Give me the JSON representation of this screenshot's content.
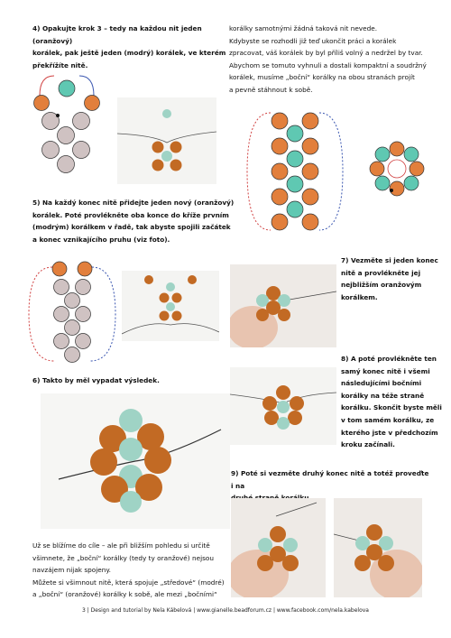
{
  "colors": {
    "orange": "#e27f3c",
    "teal": "#5fc8b2",
    "gray": "#cfc2c2",
    "thread_red": "#d04040",
    "thread_blue": "#3a56b0",
    "outline": "#333333",
    "bead_dark": "#b35f1c",
    "bead_light": "#e69a4a",
    "bead_teal": "#9fd3c5"
  },
  "step4": {
    "lines": [
      "4) Opakujte krok 3 – tedy na každou nit jeden (oranžový)",
      "korálek, pak ještě jeden (modrý) korálek, ve kterém",
      "překřížíte nitě."
    ]
  },
  "intro_right": {
    "lines": [
      "korálky samotnými žádná taková nit nevede.",
      "Kdybyste se rozhodli již teď ukončit práci a korálek",
      "zpracovat, váš korálek by byl příliš volný a nedržel by tvar.",
      "Abychom se tomuto vyhnuli a dostali kompaktní a soudržný",
      "korálek, musíme „boční“ korálky na obou stranách projít",
      "a pevně stáhnout k sobě."
    ]
  },
  "step5": {
    "lines": [
      "5)   Na každý konec nitě přidejte jeden nový (oranžový)",
      "korálek. Poté provlékněte oba konce do kříže prvním",
      "(modrým) korálkem v řadě, tak abyste spojili začátek",
      "a konec vznikajícího pruhu (viz foto)."
    ]
  },
  "step6": {
    "lines": [
      "6) Takto by měl vypadat výsledek."
    ]
  },
  "step7": {
    "lines": [
      "7) Vezměte si jeden konec",
      "nitě a provlékněte jej",
      "nejbližším oranžovým",
      "korálkem."
    ]
  },
  "step8": {
    "lines": [
      "8) A poté provlékněte ten",
      "samý konec nitě i všemi",
      "následujícími bočními",
      "korálky na téže straně",
      "korálku. Skončit byste měli",
      "v tom samém korálku, ze",
      "kterého jste v předchozím",
      "kroku začínali."
    ]
  },
  "step9": {
    "lines": [
      "9) Poté si vezměte druhý konec nitě a totéž proveďte i na",
      "druhé straně korálku."
    ]
  },
  "closing": {
    "lines": [
      "Už se blížíme do cíle – ale při bližším pohledu si určitě",
      "všimnete, že „boční“ korálky (tedy ty oranžové) nejsou",
      "navzájem nijak spojeny.",
      "Můžete si všimnout nitě, která spojuje „středové“ (modré)",
      "a „boční“ (oranžové) korálky k sobě, ale mezi „bočními“"
    ]
  },
  "footer": {
    "text": "3 | Design and tutorial by Nela Kábelová | www.gianelle.beadforum.cz | www.facebook.com/nela.kabelova"
  }
}
